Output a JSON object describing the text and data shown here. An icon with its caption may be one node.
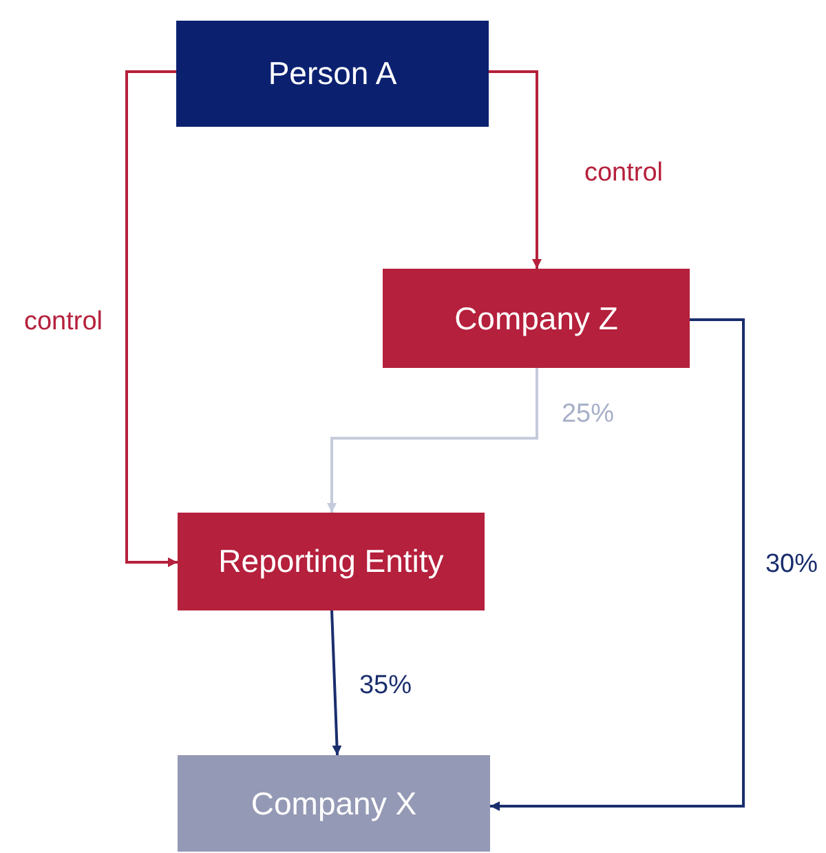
{
  "diagram": {
    "nodes": [
      {
        "text": [
          "Person A"
        ]
      },
      {
        "text": [
          "Company Z"
        ]
      },
      {
        "text": [
          "Reporting Entity"
        ]
      },
      {
        "text": [
          "Company X"
        ]
      }
    ],
    "edges": [
      {
        "from": 0,
        "to": 1,
        "arrow": "to",
        "label": "control",
        "color": "#b5203c"
      },
      {
        "from": 0,
        "to": 2,
        "arrow": "to",
        "label": "control",
        "color": "#b5203c"
      },
      {
        "from": 1,
        "to": 2,
        "arrow": "to",
        "label": "25%",
        "color": "#c5cbdb"
      },
      {
        "from": 1,
        "to": 3,
        "arrow": "to",
        "label": "30%",
        "color": "#1a2e6e"
      },
      {
        "from": 2,
        "to": 3,
        "arrow": "to",
        "label": "35%",
        "color": "#1a2e6e"
      }
    ]
  }
}
